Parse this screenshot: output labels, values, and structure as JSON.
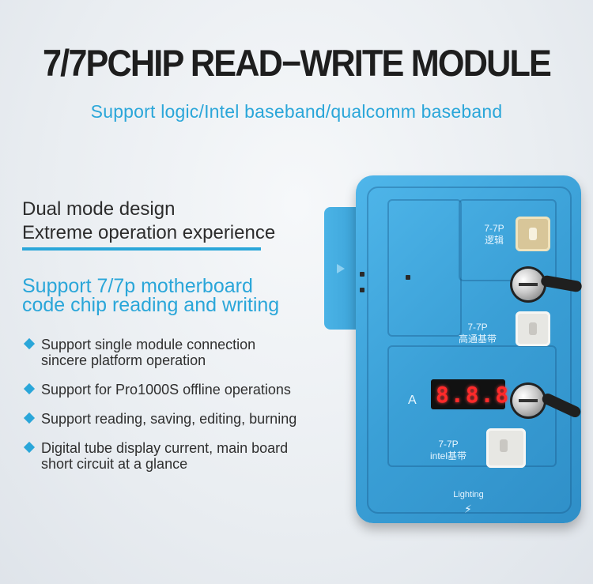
{
  "title": "7/7PCHIP READ−WRITE MODULE",
  "subtitle": "Support logic/Intel baseband/qualcomm baseband",
  "features": {
    "line1": "Dual mode design",
    "line2": "Extreme operation experience"
  },
  "support_heading": {
    "line1": "Support 7/7p motherboard",
    "line2": "code chip reading and writing"
  },
  "bullets": [
    {
      "line1": "Support single module connection",
      "line2": "sincere platform operation"
    },
    {
      "line1": "Support for Pro1000S offline operations",
      "line2": ""
    },
    {
      "line1": "Support reading, saving, editing, burning",
      "line2": ""
    },
    {
      "line1": "Digital tube display current, main board",
      "line2": "short circuit at a glance"
    }
  ],
  "device": {
    "slot1": {
      "line1": "7-7P",
      "line2": "逻辑"
    },
    "slot2": {
      "line1": "7-7P",
      "line2": "高通基带"
    },
    "slot3": {
      "line1": "7-7P",
      "line2": "intel基带"
    },
    "display_value": "8.8.8.",
    "display_unit": "A",
    "lighting_label": "Lighting",
    "bolt": "⚡"
  },
  "colors": {
    "accent": "#2aa6d9",
    "board": "#3a9fd6",
    "title": "#1e1e1e"
  }
}
